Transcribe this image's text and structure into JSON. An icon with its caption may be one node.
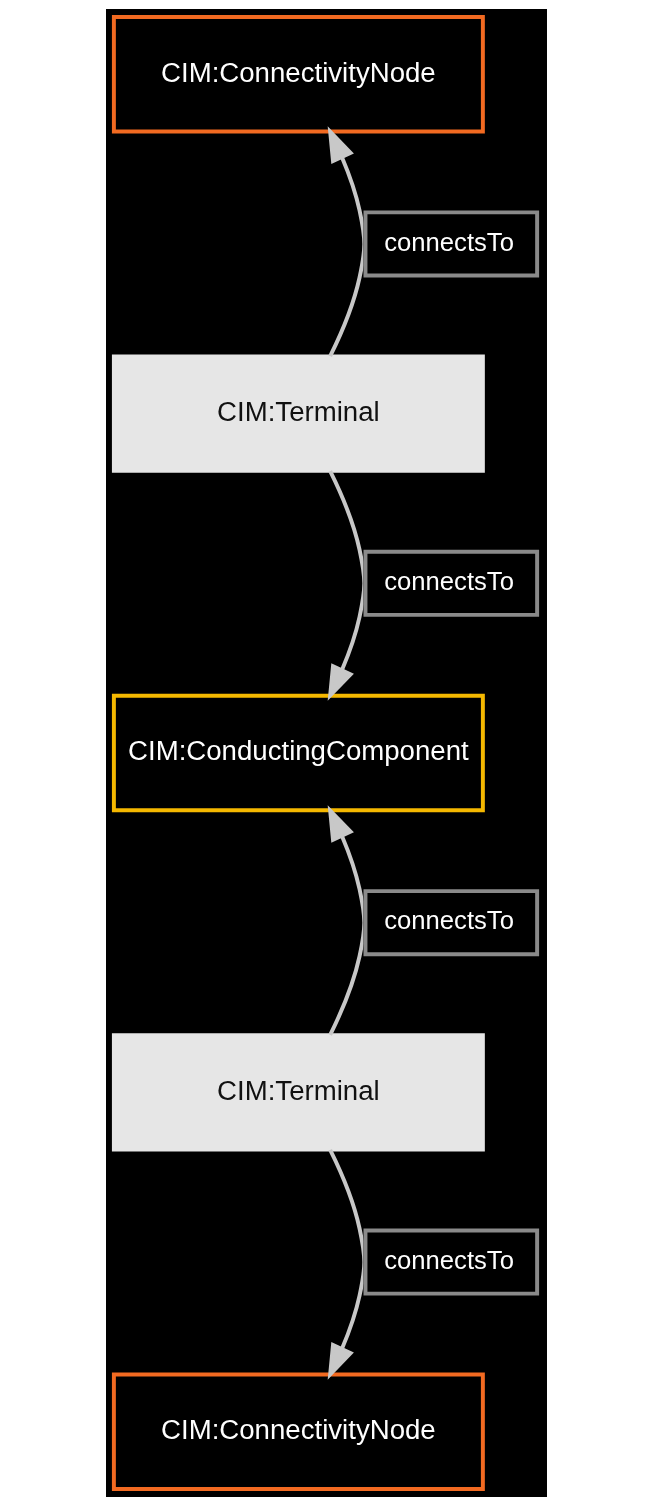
{
  "diagram": {
    "nodes": [
      {
        "text": [
          "CIM:ConnectivityNode"
        ]
      },
      {
        "text": [
          "CIM:Terminal"
        ]
      },
      {
        "text": [
          "CIM:ConductingComponent"
        ]
      },
      {
        "text": [
          "CIM:Terminal"
        ]
      },
      {
        "text": [
          "CIM:ConnectivityNode"
        ]
      }
    ],
    "edges": [
      {
        "from": 1,
        "to": 0,
        "arrow": "to",
        "label": "connectsTo"
      },
      {
        "from": 1,
        "to": 2,
        "arrow": "to",
        "label": "connectsTo"
      },
      {
        "from": 3,
        "to": 2,
        "arrow": "to",
        "label": "connectsTo"
      },
      {
        "from": 3,
        "to": 4,
        "arrow": "to",
        "label": "connectsTo"
      }
    ]
  }
}
